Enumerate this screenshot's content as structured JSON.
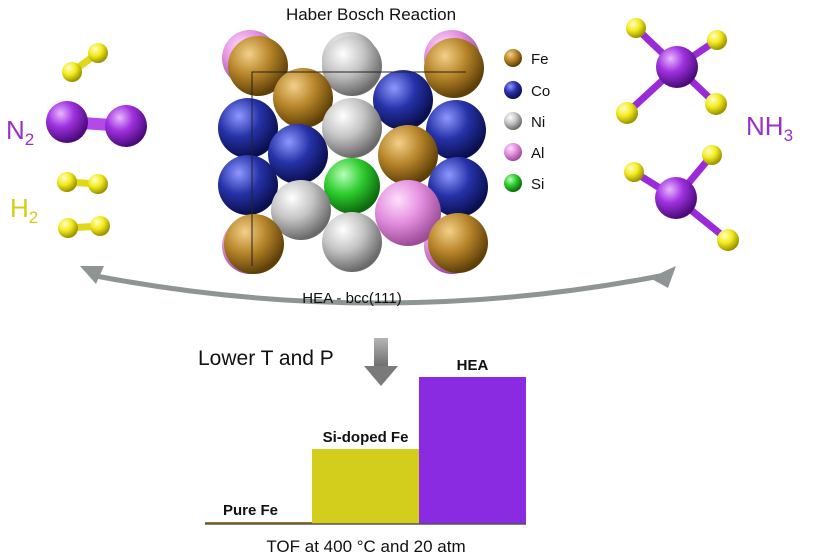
{
  "title": "Haber Bosch Reaction",
  "reactants": {
    "n2": {
      "base": "N",
      "sub": "2"
    },
    "h2": {
      "base": "H",
      "sub": "2"
    }
  },
  "product": {
    "base": "NH",
    "sub": "3"
  },
  "surface_label": "HEA - bcc(111)",
  "condition_label": "Lower T and P",
  "legend": [
    {
      "label": "Fe",
      "color": "#b8862a"
    },
    {
      "label": "Co",
      "color": "#2632a8"
    },
    {
      "label": "Ni",
      "color": "#c4c4c4"
    },
    {
      "label": "Al",
      "color": "#e48fe0"
    },
    {
      "label": "Si",
      "color": "#2ecc2e"
    }
  ],
  "colors": {
    "nitrogen": "#9a2bd6",
    "hydrogen": "#f2ea1c",
    "n2_label": "#9b30c9",
    "h2_label": "#d6cc12",
    "arrow": "#9aa0a0"
  },
  "chart_data": {
    "type": "bar",
    "categories": [
      "Pure Fe",
      "Si-doped Fe",
      "HEA"
    ],
    "values": [
      0.01,
      0.51,
      1.0
    ],
    "colors": [
      "#a2751a",
      "#d3ce1c",
      "#8a2be2"
    ],
    "xlabel": "TOF at 400 °C and 20 atm"
  }
}
